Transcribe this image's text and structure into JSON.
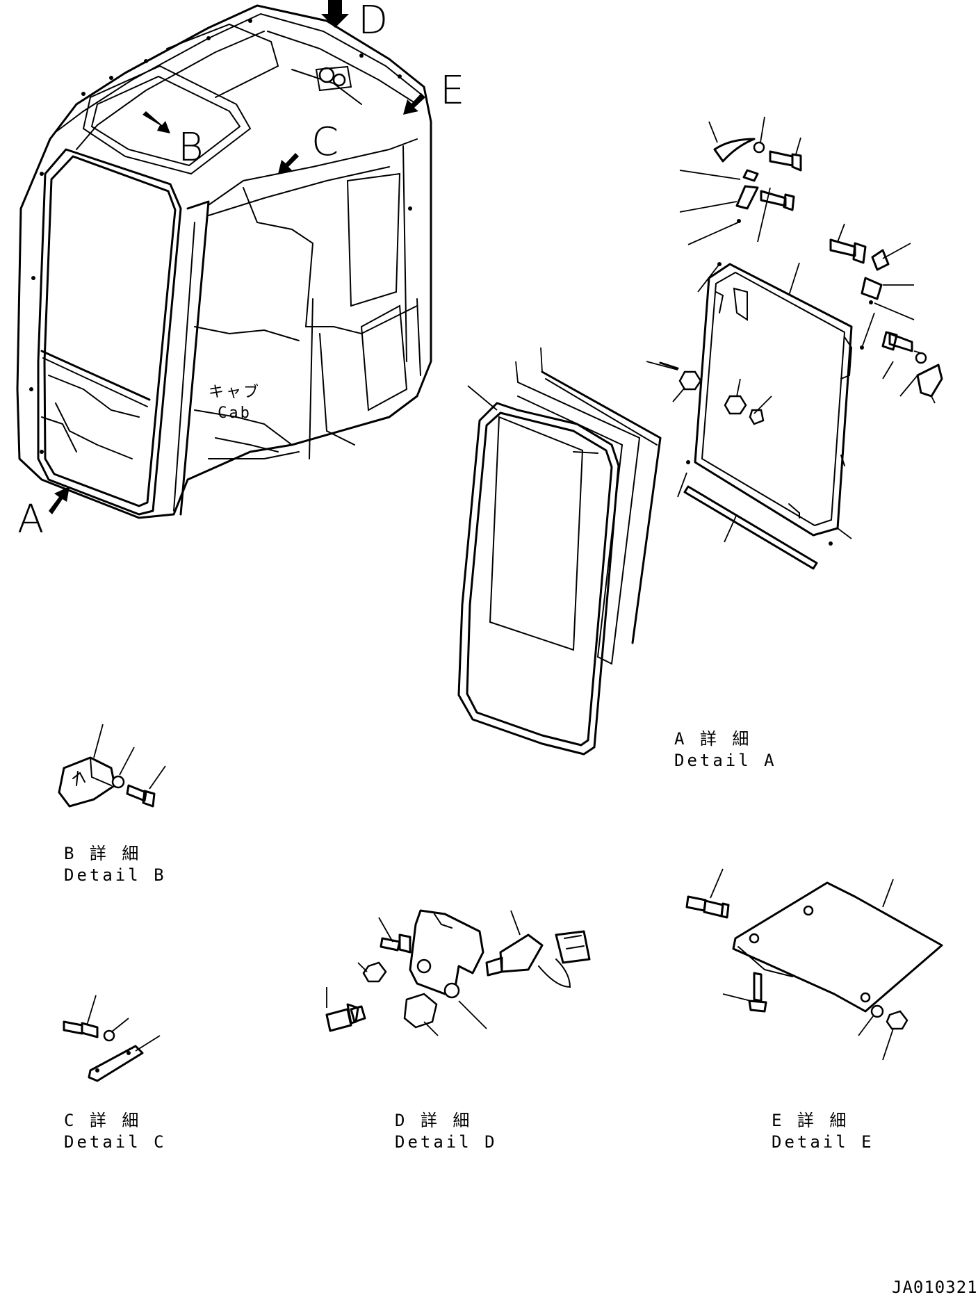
{
  "view_markers": {
    "a": "A",
    "b": "B",
    "c": "C",
    "d": "D",
    "e": "E"
  },
  "cab_label": {
    "jp": "キャブ",
    "en": "Cab"
  },
  "details": {
    "a": {
      "jp": "A 詳 細",
      "en": "Detail A"
    },
    "b": {
      "jp": "B 詳 細",
      "en": "Detail B"
    },
    "c": {
      "jp": "C 詳 細",
      "en": "Detail C"
    },
    "d": {
      "jp": "D 詳 細",
      "en": "Detail D"
    },
    "e": {
      "jp": "E 詳 細",
      "en": "Detail E"
    }
  },
  "drawing_code": "JA010321"
}
